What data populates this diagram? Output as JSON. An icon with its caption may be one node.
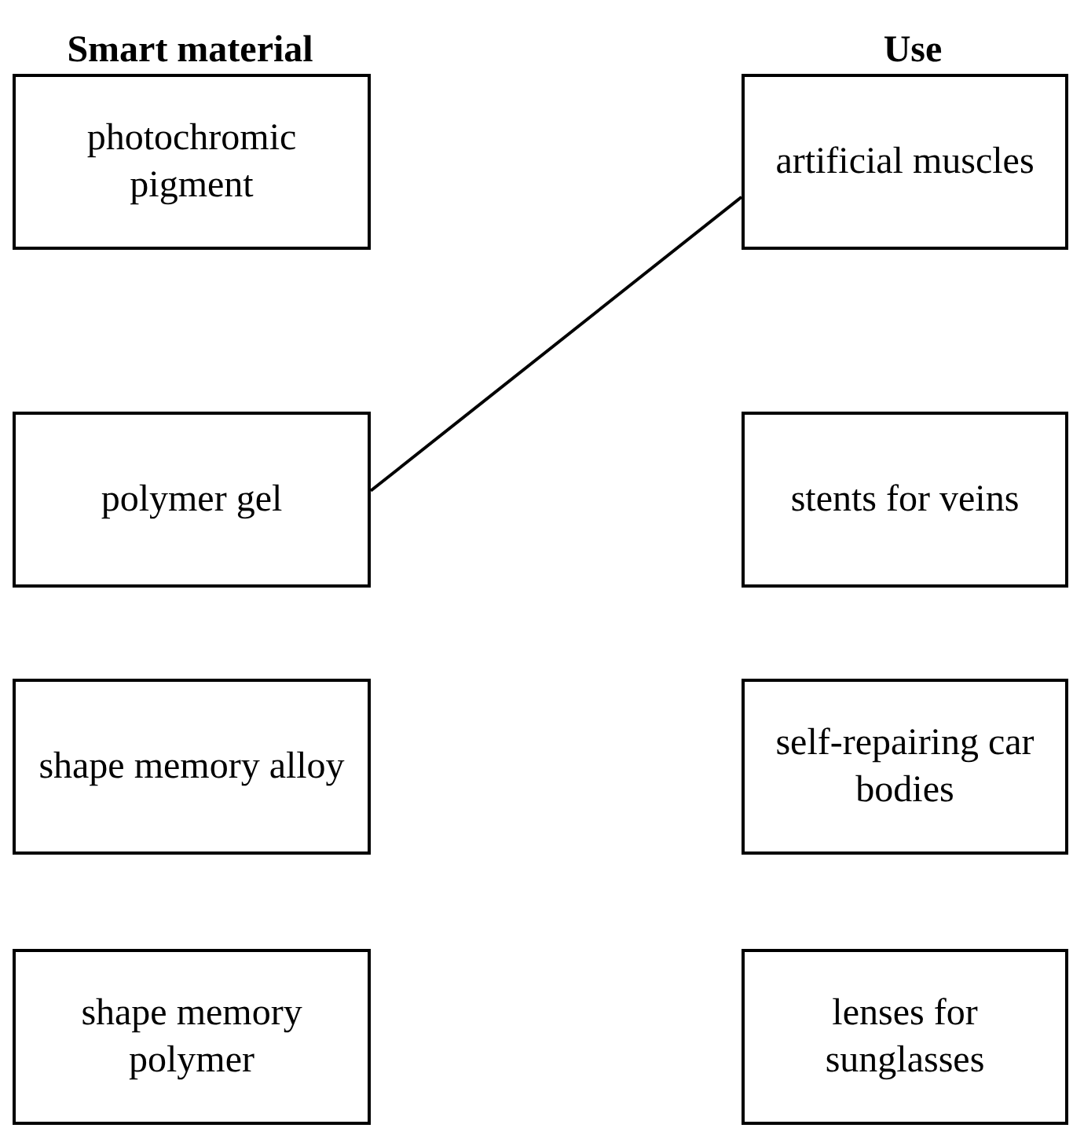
{
  "diagram": {
    "nodes": [
      {
        "text": [
          "photochromic pigment"
        ]
      },
      {
        "text": [
          "artificial muscles"
        ]
      },
      {
        "text": [
          "polymer gel"
        ]
      },
      {
        "text": [
          "stents for veins"
        ]
      },
      {
        "text": [
          "shape memory alloy"
        ]
      },
      {
        "text": [
          "self-repairing car bodies"
        ]
      },
      {
        "text": [
          "shape memory polymer"
        ]
      },
      {
        "text": [
          "lenses for sunglasses"
        ]
      }
    ],
    "edges": [
      {
        "from": 2,
        "to": 1,
        "arrow": "none"
      }
    ],
    "labels": [
      "Smart material",
      "Use"
    ]
  }
}
